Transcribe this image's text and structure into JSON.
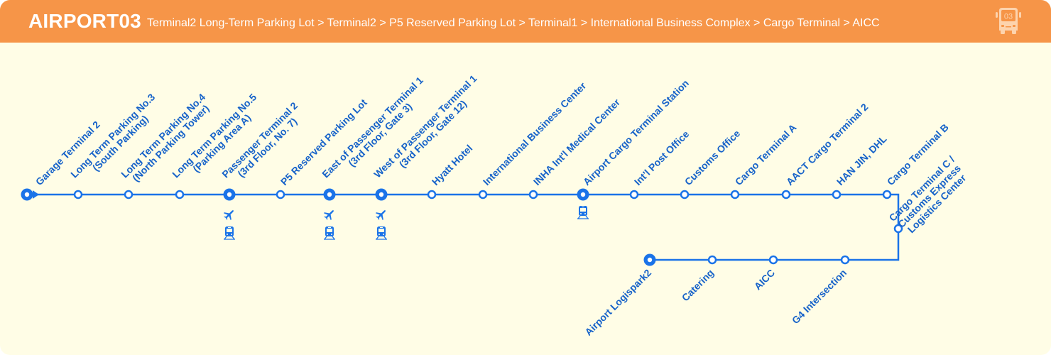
{
  "header": {
    "route_name": "AIRPORT03",
    "route_path": "Terminal2 Long-Term Parking Lot > Terminal2 > P5 Reserved Parking Lot > Terminal1 > International Business Complex > Cargo Terminal > AICC",
    "bus_badge": "03"
  },
  "colors": {
    "header": "#f69548",
    "line": "#1a73e8",
    "label": "#1662c9",
    "background": "#fffde6"
  },
  "stations_top": [
    {
      "lines": [
        "Garage Terminal 2"
      ],
      "major": true,
      "start": true
    },
    {
      "lines": [
        "Long Term Parking No.3",
        "(South Parking)"
      ]
    },
    {
      "lines": [
        "Long Term Parking No.4",
        "(North Parking Tower)"
      ]
    },
    {
      "lines": [
        "Long Term Parking No.5",
        "(Parking Area A)"
      ]
    },
    {
      "lines": [
        "Passenger Terminal 2",
        "(3rd Floor, No. 7)"
      ],
      "major": true,
      "icons": [
        "airplane-icon",
        "train-icon"
      ]
    },
    {
      "lines": [
        "P5 Reserved Parking Lot"
      ]
    },
    {
      "lines": [
        "East of Passenger Terminal 1",
        "(3rd Floor, Gate 3)"
      ],
      "major": true,
      "icons": [
        "airplane-icon",
        "train-icon"
      ]
    },
    {
      "lines": [
        "West of Passenger Terminal 1",
        "(3rd Floor, Gate 12)"
      ],
      "major": true,
      "icons": [
        "airplane-icon",
        "train-icon"
      ]
    },
    {
      "lines": [
        "Hyatt Hotel"
      ]
    },
    {
      "lines": [
        "International Business Center"
      ]
    },
    {
      "lines": [
        "INHA Int'l Medical Center"
      ]
    },
    {
      "lines": [
        "Airport Cargo Terminal Station"
      ],
      "major": true,
      "icons": [
        "train-icon"
      ]
    },
    {
      "lines": [
        "Int'l Post Office"
      ]
    },
    {
      "lines": [
        "Customs Office"
      ]
    },
    {
      "lines": [
        "Cargo Terminal A"
      ]
    },
    {
      "lines": [
        "AACT Cargo Terminal 2"
      ]
    },
    {
      "lines": [
        "HAN JIN, DHL"
      ]
    },
    {
      "lines": [
        "Cargo Terminal B"
      ]
    }
  ],
  "station_side": {
    "lines": [
      "Cargo Terminal C /",
      "Customs Express",
      "Logistics Center"
    ]
  },
  "stations_bottom": [
    {
      "lines": [
        "G4 Intersection"
      ]
    },
    {
      "lines": [
        "AICC"
      ]
    },
    {
      "lines": [
        "Catering"
      ]
    },
    {
      "lines": [
        "Airport Logispark2"
      ],
      "major": true
    }
  ]
}
